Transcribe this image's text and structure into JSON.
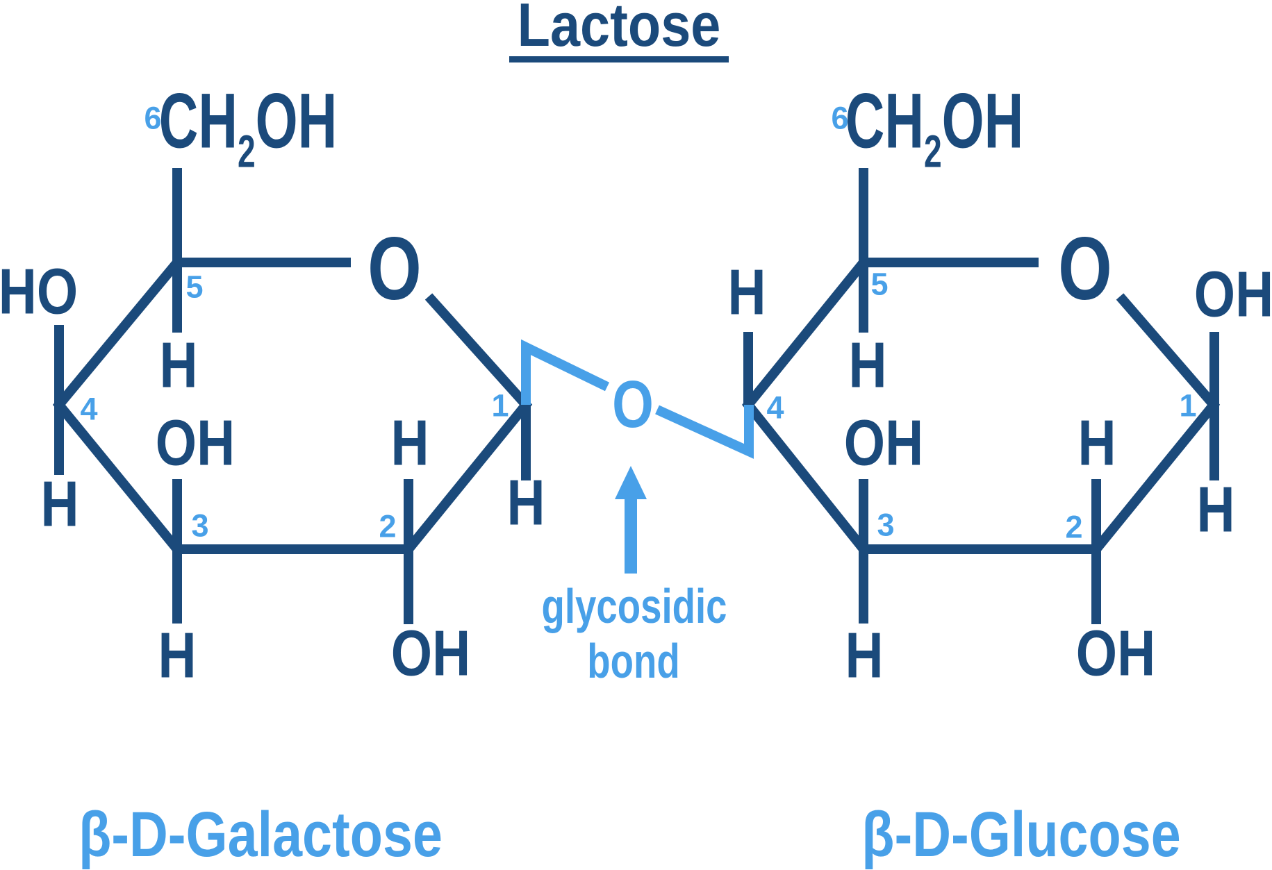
{
  "title": {
    "text": "Lactose"
  },
  "colors": {
    "navy": "#1b4a7b",
    "light_blue": "#48a0e8"
  },
  "glycosidic": {
    "oxygen": "O",
    "label_line1": "glycosidic",
    "label_line2": "bond"
  },
  "footer": {
    "left_molecule": "β-D-Galactose",
    "right_molecule": "β-D-Glucose"
  },
  "galactose": {
    "ring_oxygen": "O",
    "ch2oh": {
      "pre": "CH",
      "sub": "2",
      "post": "OH"
    },
    "atoms": {
      "ho_left": "HO",
      "h_under_c4": "H",
      "h_under_c5": "H",
      "oh_over_c3": "OH",
      "h_under_c3": "H",
      "h_over_c2": "H",
      "oh_under_c2": "OH",
      "h_under_c1": "H"
    },
    "numbers": {
      "n1": "1",
      "n2": "2",
      "n3": "3",
      "n4": "4",
      "n5": "5",
      "n6": "6"
    }
  },
  "glucose": {
    "ring_oxygen": "O",
    "ch2oh": {
      "pre": "CH",
      "sub": "2",
      "post": "OH"
    },
    "atoms": {
      "h_over_c4": "H",
      "h_under_c5": "H",
      "oh_over_c3": "OH",
      "h_under_c3": "H",
      "h_over_c2": "H",
      "oh_under_c2": "OH",
      "oh_over_c1": "OH",
      "h_under_c1": "H"
    },
    "numbers": {
      "n1": "1",
      "n2": "2",
      "n3": "3",
      "n4": "4",
      "n5": "5",
      "n6": "6"
    }
  }
}
